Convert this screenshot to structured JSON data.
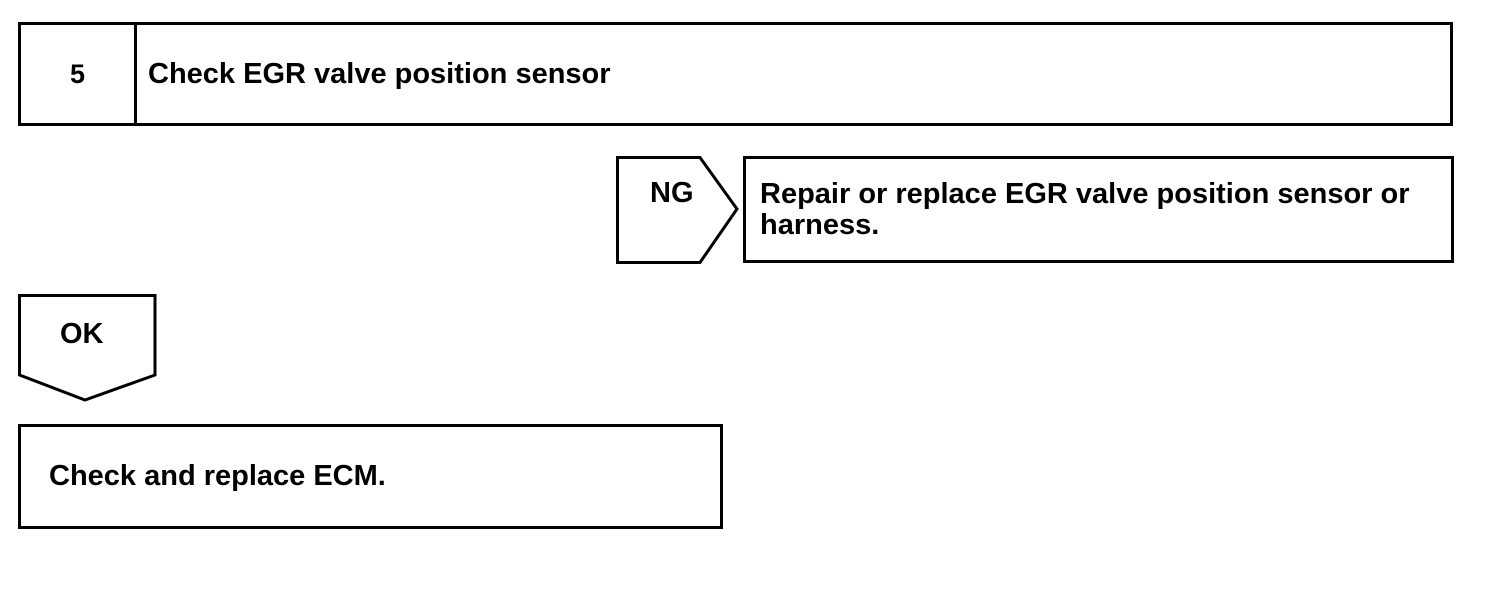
{
  "step": {
    "number": "5",
    "title": "Check EGR valve position sensor"
  },
  "ng_branch": {
    "label": "NG",
    "action": "Repair or replace EGR valve position sensor or harness."
  },
  "ok_branch": {
    "label": "OK",
    "action": "Check and replace ECM."
  }
}
